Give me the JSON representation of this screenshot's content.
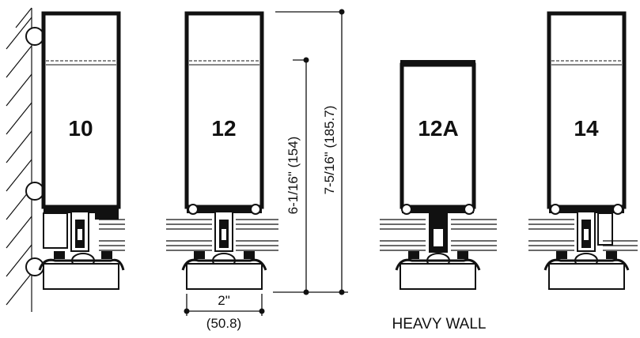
{
  "profiles": {
    "p10": "10",
    "p12": "12",
    "p12a": "12A",
    "p14": "14"
  },
  "dimensions": {
    "height_short": "6-1/16\" (154)",
    "height_tall": "7-5/16\" (185.7)",
    "width_in": "2\"",
    "width_mm": "(50.8)"
  },
  "caption": "HEAVY WALL",
  "colors": {
    "line": "#111111",
    "background": "#ffffff"
  }
}
